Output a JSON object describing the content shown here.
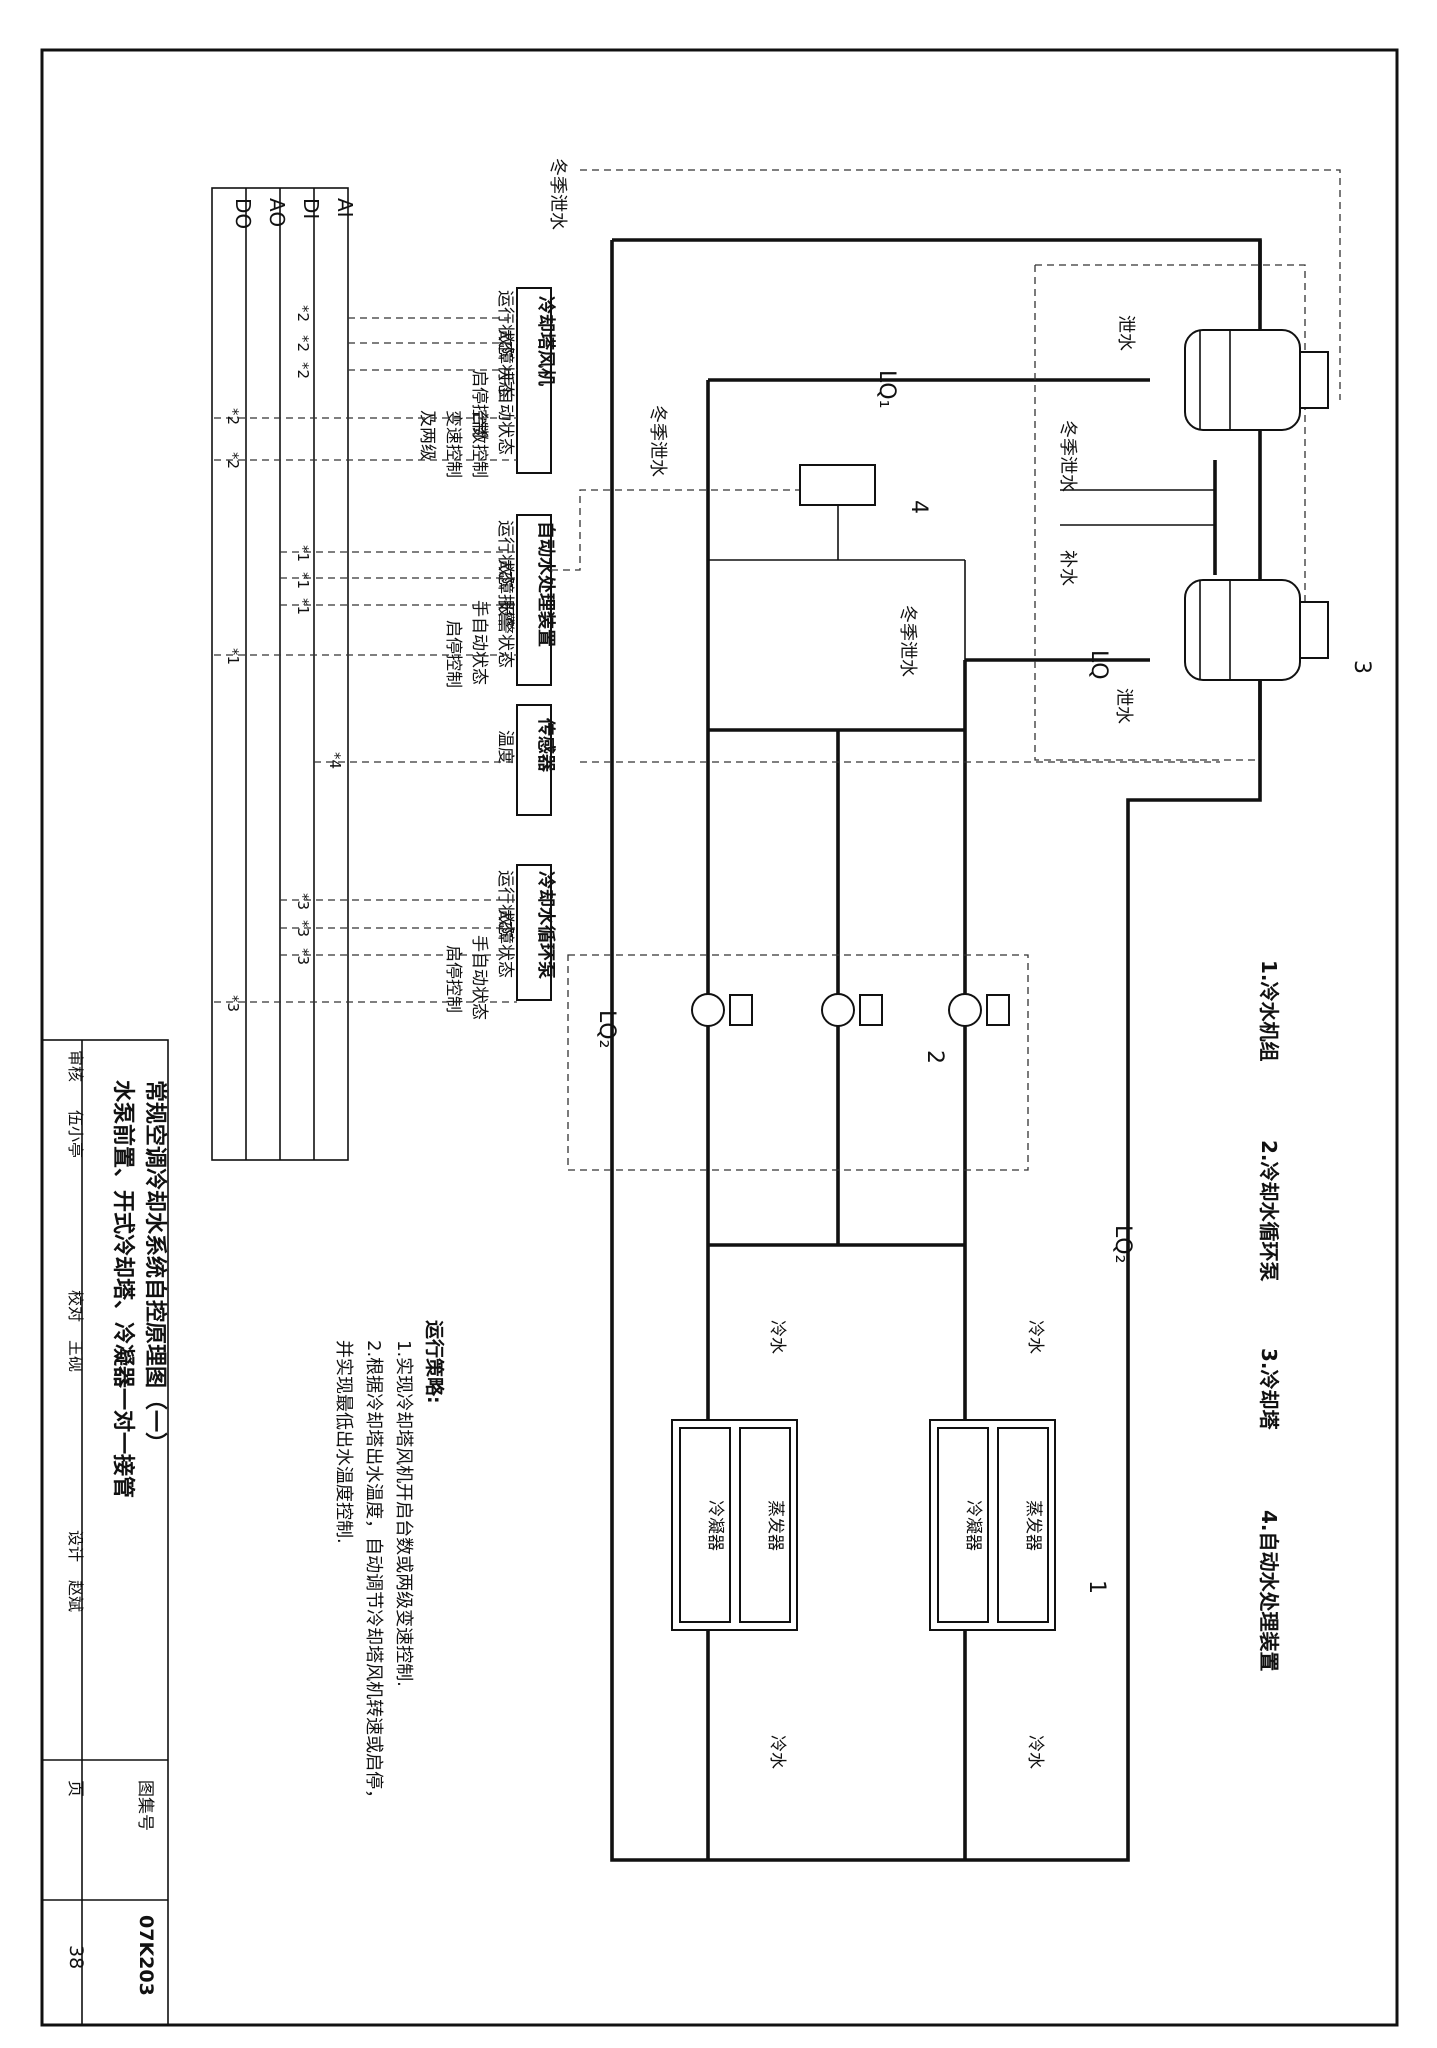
{
  "signal_table": {
    "rows": [
      "AI",
      "DI",
      "AO",
      "DO"
    ]
  },
  "control_panels": {
    "cooling_tower_fan": {
      "title": "冷却塔风机",
      "columns": [
        "运行状态",
        "故障状态",
        "手自动状态",
        "启停控制",
        "台数控制",
        "变速控制",
        "及两级"
      ],
      "marks": [
        "*2",
        "*2",
        "*2",
        "*2",
        "*2"
      ]
    },
    "water_treatment": {
      "title": "自动水处理装置",
      "columns": [
        "运行状态",
        "故障报警",
        "报警状态",
        "手自动状态",
        "启停控制"
      ],
      "marks": [
        "*1",
        "*1",
        "*1",
        "*1"
      ]
    },
    "sensor": {
      "title": "传感器",
      "columns": [
        "温度"
      ],
      "marks": [
        "*4"
      ]
    },
    "circulation_pump": {
      "title": "冷却水循环泵",
      "columns": [
        "运行状态",
        "故障状态",
        "手自动状态",
        "启停控制"
      ],
      "marks": [
        "*3",
        "*3",
        "*3",
        "*3"
      ]
    }
  },
  "pipe_labels": {
    "lq1": "LQ₁",
    "lq2": "LQ₂",
    "lq": "LQ"
  },
  "winter_drain": "冬季泄水",
  "drain": "泄水",
  "makeup": "补水",
  "chilled_water": "冷水",
  "equipment": {
    "evaporator": "蒸发器",
    "condenser": "冷凝器"
  },
  "callouts": [
    "1",
    "2",
    "3",
    "4"
  ],
  "legend": [
    "1.冷水机组",
    "2.冷却水循环泵",
    "3.冷却塔",
    "4.自动水处理装置"
  ],
  "strategy": {
    "heading": "运行策略:",
    "lines": [
      "1.实现冷却塔风机开启台数或两级变速控制.",
      "2.根据冷却塔出水温度，自动调节冷却塔风机转速或启停，",
      "并实现最低出水温度控制."
    ]
  },
  "title_block": {
    "title_line1": "常规空调冷却水系统自控原理图（一）",
    "title_line2": "水泵前置、开式冷却塔、冷凝器一对一接管",
    "atlas_label": "图集号",
    "atlas_no": "07K203",
    "page_label": "页",
    "page_no": "38",
    "roles": [
      "审核",
      "伍小亭",
      "校对",
      "王砚",
      "设计",
      "赵斌"
    ]
  }
}
